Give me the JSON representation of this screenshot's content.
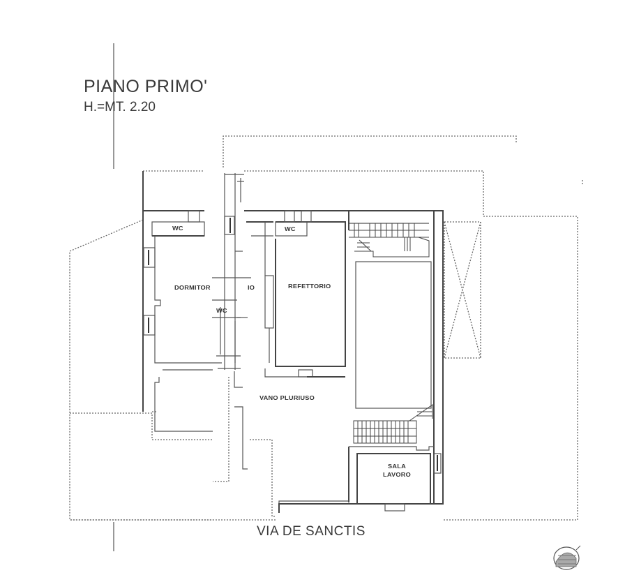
{
  "header": {
    "title": "PIANO PRIMO'",
    "height_label": "H.=MT. 2.20"
  },
  "rooms": {
    "wc_left": "WC",
    "wc_center": "WC",
    "wc_small": "WC",
    "dormitorio": "DORMITOR",
    "corridor_label": "IO",
    "refettorio": "REFETTORIO",
    "vano_pluriuso": "VANO PLURIUSO",
    "sala_lavoro_line1": "SALA",
    "sala_lavoro_line2": "LAVORO"
  },
  "street": {
    "name": "VIA DE SANCTIS"
  },
  "icons": {
    "compass": "north-compass-icon",
    "void": "void-cross-icon"
  },
  "colors": {
    "line": "#444444",
    "dotted": "#666666",
    "text": "#3a3a3a",
    "background": "#ffffff"
  }
}
